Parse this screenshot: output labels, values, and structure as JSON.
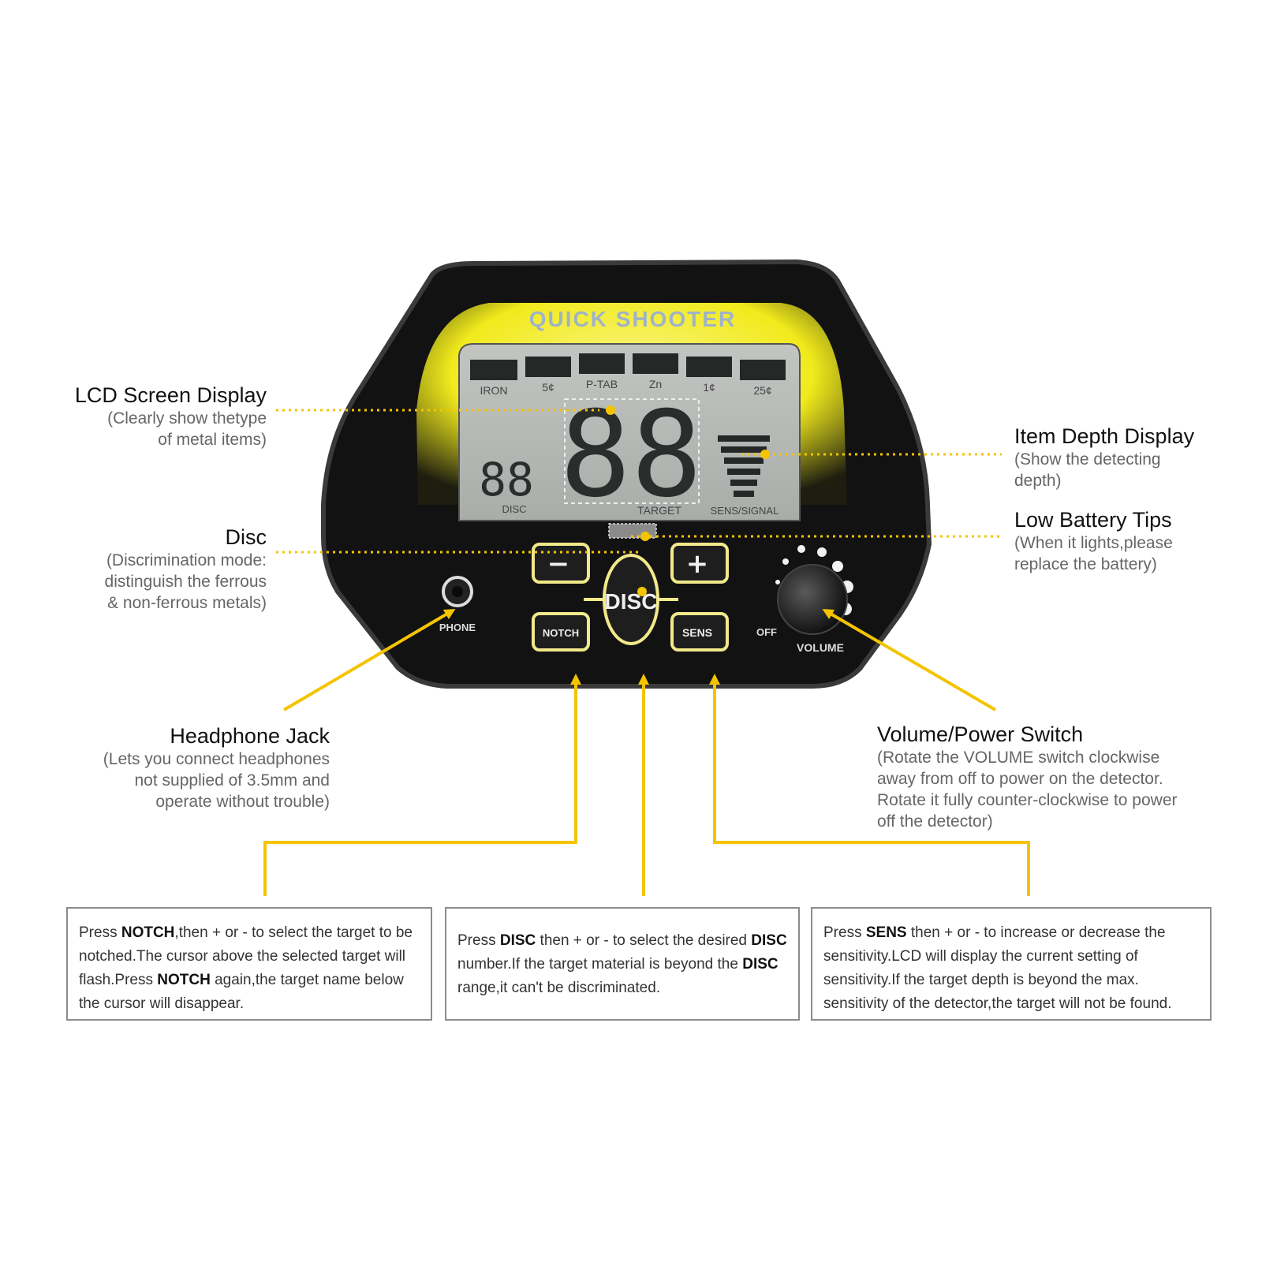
{
  "device": {
    "brand": "QUICK SHOOTER",
    "lcd": {
      "categories": [
        "IRON",
        "5¢",
        "P-TAB",
        "Zn",
        "1¢",
        "25¢"
      ],
      "disc_digits": "88",
      "target_digits": "88",
      "disc_label": "DISC",
      "target_label": "TARGET",
      "sens_label": "SENS/SIGNAL"
    },
    "buttons": {
      "minus": "−",
      "plus": "+",
      "notch": "NOTCH",
      "disc": "DISC",
      "sens": "SENS"
    },
    "phone_label": "PHONE",
    "off_label": "OFF",
    "volume_label": "VOLUME"
  },
  "callouts": {
    "lcd": {
      "title": "LCD Screen Display",
      "sub1": "(Clearly show thetype",
      "sub2": "of metal items)"
    },
    "depth": {
      "title": "Item Depth Display",
      "sub1": "(Show the detecting",
      "sub2": "depth)"
    },
    "battery": {
      "title": "Low Battery Tips",
      "sub1": "(When it lights,please",
      "sub2": "replace the battery)"
    },
    "disc": {
      "title": "Disc",
      "sub1": "(Discrimination mode:",
      "sub2": "distinguish the ferrous",
      "sub3": "& non-ferrous metals)"
    },
    "headphone": {
      "title": "Headphone Jack",
      "sub1": "(Lets you connect headphones",
      "sub2": "not supplied of 3.5mm and",
      "sub3": "operate without trouble)"
    },
    "volume": {
      "title": "Volume/Power Switch",
      "sub1": "(Rotate the VOLUME switch clockwise",
      "sub2": "away from off to power on the detector.",
      "sub3": "Rotate it fully counter-clockwise to power",
      "sub4": "off the detector)"
    }
  },
  "instructions": {
    "notch": {
      "p1": "Press ",
      "k1": "NOTCH",
      "p2": ",then + or - to select the target to be notched.The cursor above the selected target will flash.Press ",
      "k2": "NOTCH",
      "p3": " again,the target name below the cursor will disappear."
    },
    "disc": {
      "p1": "Press ",
      "k1": "DISC",
      "p2": " then + or - to select the desired ",
      "k2": "DISC",
      "p3": " number.If the target material is beyond the ",
      "k3": "DISC",
      "p4": " range,it can't be discriminated."
    },
    "sens": {
      "p1": "Press ",
      "k1": "SENS",
      "p2": " then + or - to increase or decrease the sensitivity.LCD will display the current setting of sensitivity.If the target depth is beyond the max. sensitivity of the detector,the target will not be found."
    }
  },
  "colors": {
    "accent_yellow": "#f4c400",
    "body_black": "#121212",
    "lcd_gray": "#b9bdba",
    "segment_dark": "#2a2d2c",
    "brand_blue": "#9fb3c7"
  }
}
